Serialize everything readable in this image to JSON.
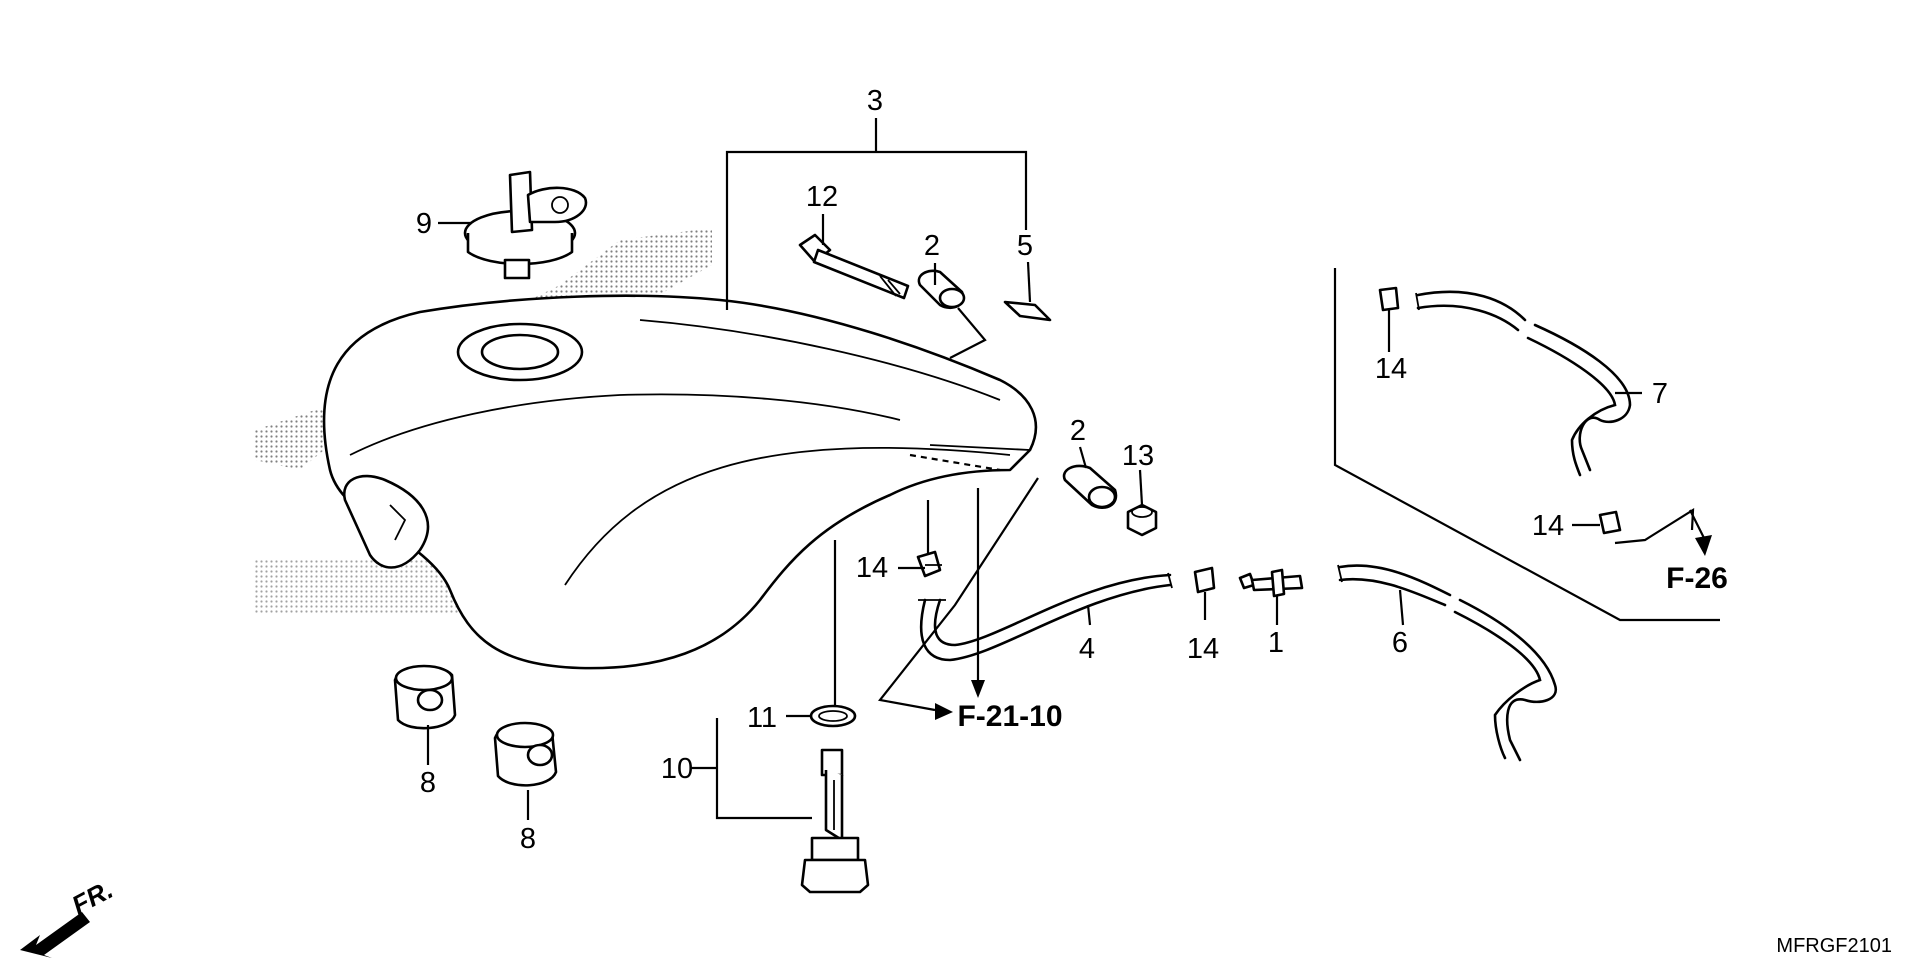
{
  "diagram": {
    "drawing_code": "MFRGF2101",
    "front_indicator": "FR.",
    "callouts": {
      "c1": "1",
      "c2a": "2",
      "c2b": "2",
      "c3": "3",
      "c4": "4",
      "c5": "5",
      "c6": "6",
      "c7": "7",
      "c8a": "8",
      "c8b": "8",
      "c9": "9",
      "c10": "10",
      "c11": "11",
      "c12": "12",
      "c13": "13",
      "c14a": "14",
      "c14b": "14",
      "c14c": "14",
      "c14d": "14"
    },
    "references": {
      "f21_10": "F-21-10",
      "f26": "F-26"
    }
  }
}
